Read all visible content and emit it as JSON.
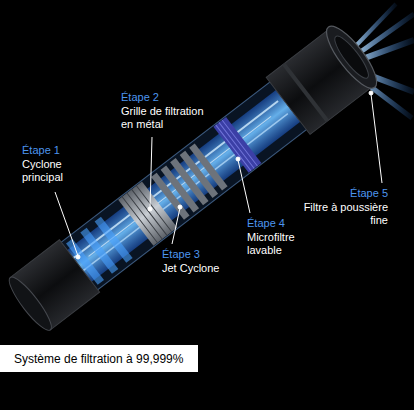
{
  "diagram": {
    "nodes": [
      {
        "text": [
          "Système de filtration à 99,999%"
        ]
      }
    ],
    "labels": [
      "Étape 1",
      "Cyclone principal",
      "Étape 2",
      "Grille de filtration en métal",
      "Étape 3",
      "Jet Cyclone",
      "Étape 4",
      "Microfiltre lavable",
      "Étape 5",
      "Filtre à poussière fine"
    ]
  }
}
